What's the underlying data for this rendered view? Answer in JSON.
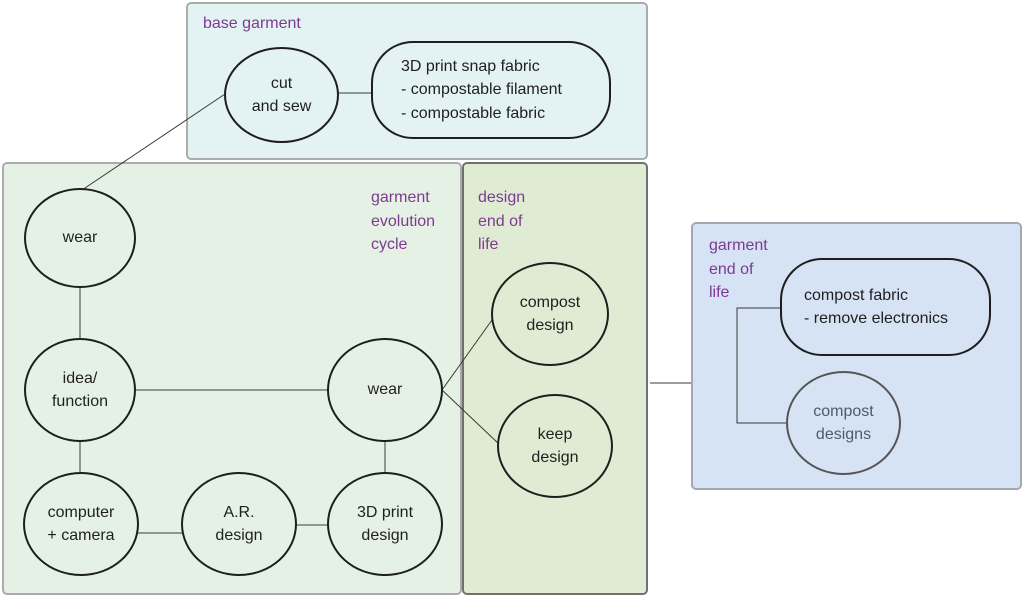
{
  "sections": {
    "base_garment": "base garment",
    "garment_evolution": "garment\nevolution\ncycle",
    "design_end_of_life": "design\nend of\nlife",
    "garment_end_of_life": "garment\nend of\nlife"
  },
  "nodes": {
    "cut_and_sew": "cut\nand sew",
    "snap_fabric": "3D print snap fabric\n- compostable filament\n- compostable fabric",
    "wear_top": "wear",
    "idea_function": "idea/\nfunction",
    "wear_center": "wear",
    "computer_camera": "computer\n+ camera",
    "ar_design": "A.R.\ndesign",
    "print_design": "3D print\ndesign",
    "compost_design": "compost\ndesign",
    "keep_design": "keep\ndesign",
    "compost_fabric": "compost fabric\n- remove electronics",
    "compost_designs": "compost\ndesigns"
  },
  "colors": {
    "label_purple": "#7e3a91",
    "base_bg": "#e3f2f2",
    "evo_bg": "#e5f1e5",
    "design_eol_bg": "#dfecd3",
    "garment_eol_bg": "#d6e3f4"
  }
}
